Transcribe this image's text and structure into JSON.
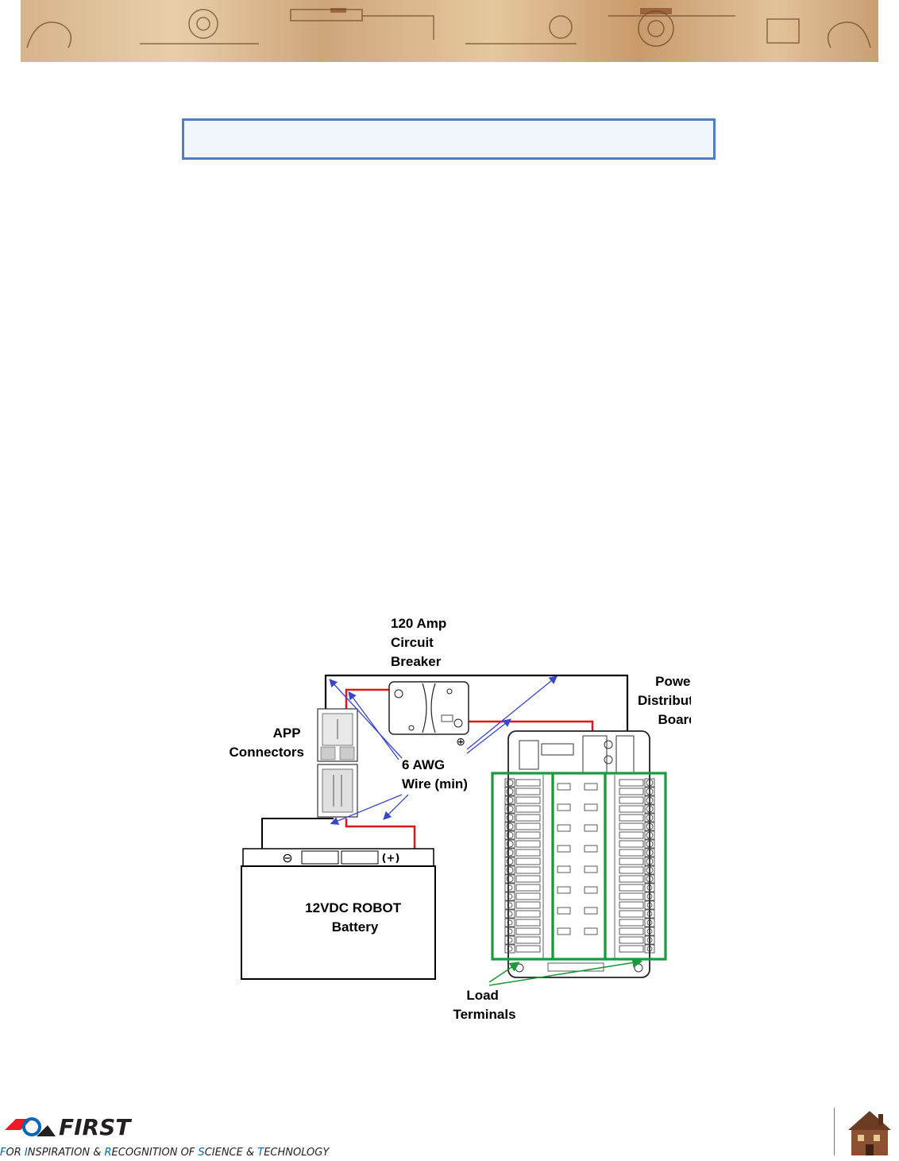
{
  "diagram": {
    "breaker_label": [
      "120 Amp",
      "Circuit",
      "Breaker"
    ],
    "pdb_label": [
      "Power",
      "Distribution",
      "Board"
    ],
    "app_label": [
      "APP",
      "Connectors"
    ],
    "wire_label": [
      "6 AWG",
      "Wire (min)"
    ],
    "battery_label": [
      "12VDC ROBOT",
      "Battery"
    ],
    "load_label": [
      "Load",
      "Terminals"
    ],
    "battery_neg": "⊖",
    "battery_pos": "(+)"
  },
  "colors": {
    "wire_positive": "#e0161a",
    "wire_negative": "#000000",
    "arrow": "#3a46c8",
    "highlight": "#1a9a3c",
    "callout_border": "#4f7fc0"
  }
}
